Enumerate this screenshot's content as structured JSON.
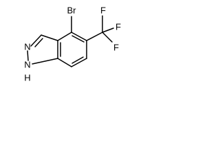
{
  "molecule": {
    "atoms": {
      "bromine": "Br",
      "fluorine_1": "F",
      "fluorine_2": "F",
      "fluorine_3": "F",
      "nitrogen_pyrazole": "N",
      "nitrogen_nh": "N",
      "hydrogen_nh": "H"
    },
    "colors": {
      "bond": "#000000",
      "label": "#000000",
      "background": "#ffffff"
    }
  }
}
